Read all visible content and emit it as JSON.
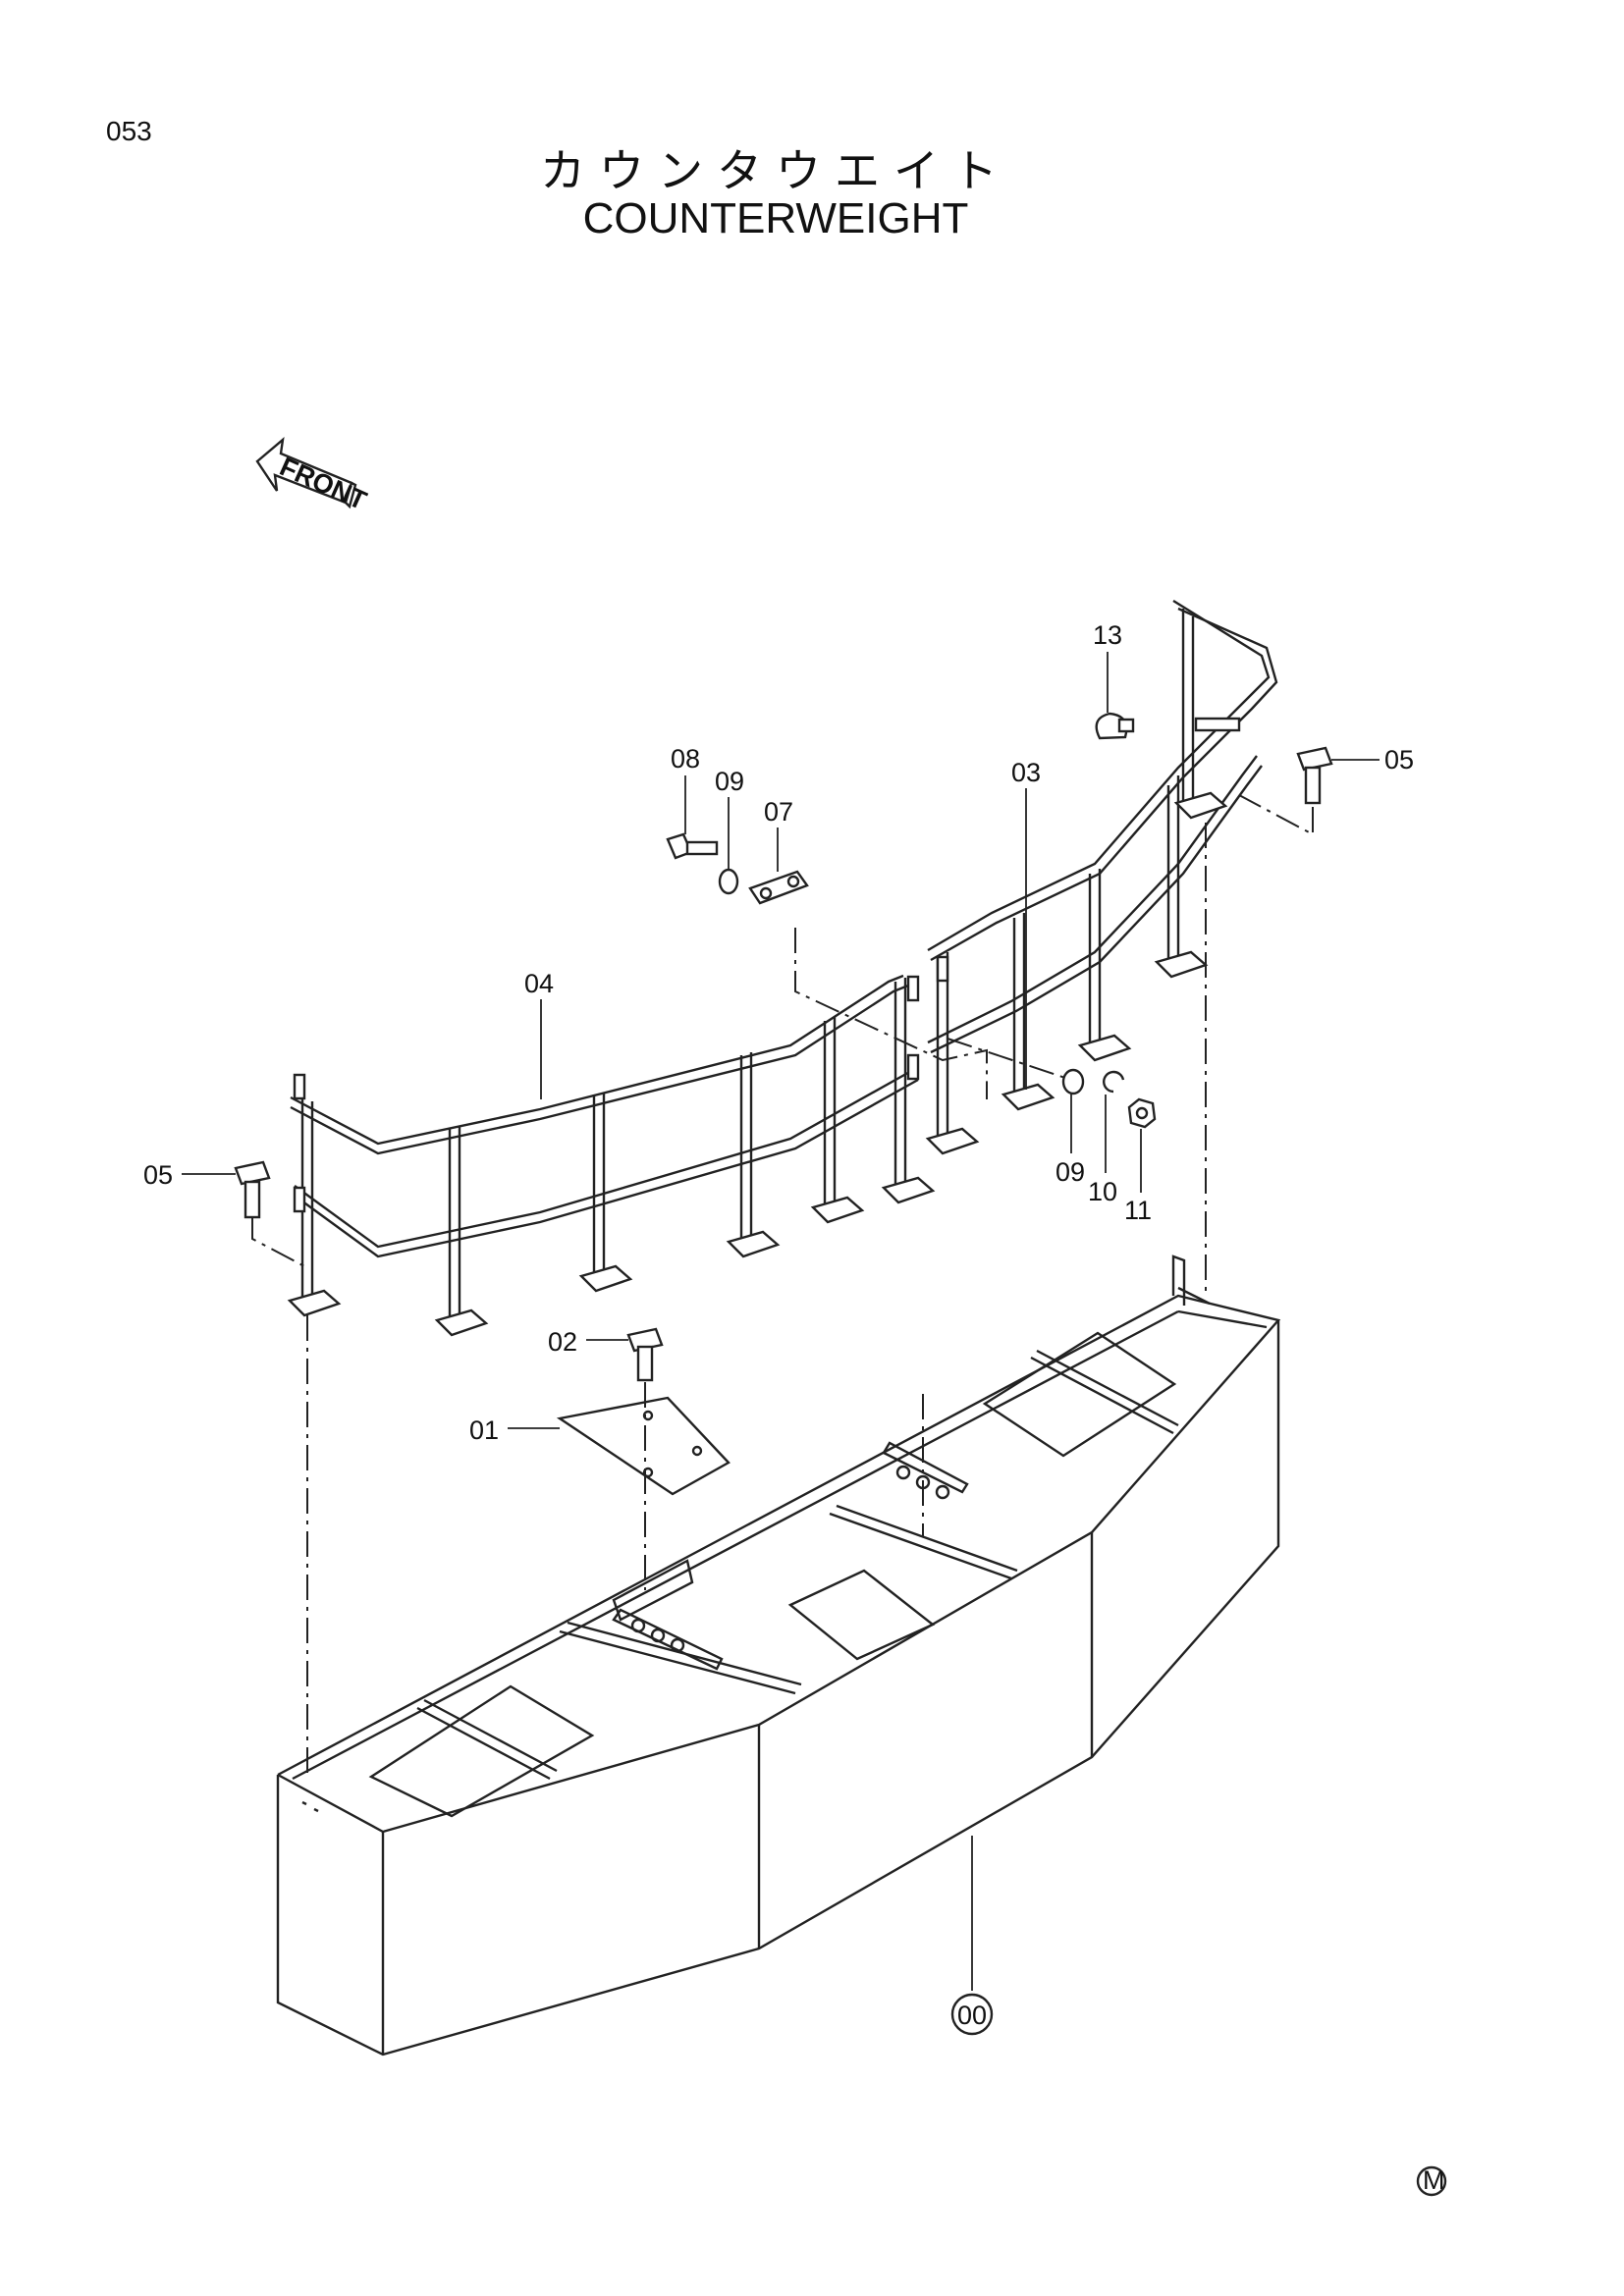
{
  "page_number": "053",
  "title_jp": "カウンタウエイト",
  "title_en": "COUNTERWEIGHT",
  "front_label": "FRONT",
  "part_labels": {
    "p00": "00",
    "p01": "01",
    "p02": "02",
    "p03": "03",
    "p04": "04",
    "p05a": "05",
    "p05b": "05",
    "p07": "07",
    "p08": "08",
    "p09a": "09",
    "p09b": "09",
    "p10": "10",
    "p11": "11",
    "p13": "13"
  },
  "footer_mark": "M"
}
